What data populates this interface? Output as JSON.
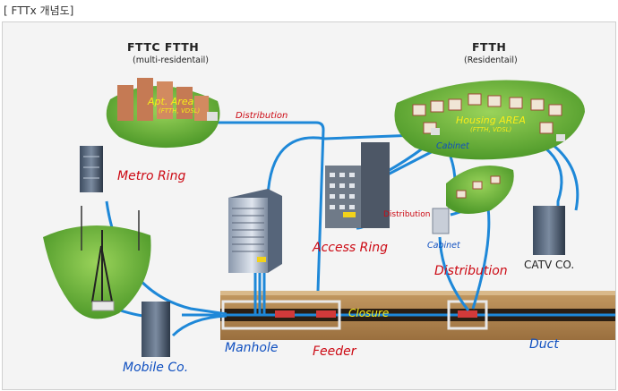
{
  "caption": "[ FTTx 개념도]",
  "left_heading": {
    "title": "FTTC FTTH",
    "subtitle": "(multi-residentail)"
  },
  "right_heading": {
    "title": "FTTH",
    "subtitle": "(Residentail)"
  },
  "labels": {
    "apt_area": "Apt. Area",
    "apt_area_sub": "(FTTH, VDSL)",
    "distribution_top": "Distribution",
    "metro_ring": "Metro Ring",
    "access_ring": "Access Ring",
    "housing_area": "Housing AREA",
    "housing_area_sub": "(FTTH, VDSL)",
    "cabinet_top": "Cabinet",
    "distribution_mid": "Distribution",
    "cabinet_bottom": "Cabinet",
    "distribution_big": "Distribution",
    "catv": "CATV CO.",
    "closure": "Closure",
    "manhole": "Manhole",
    "feeder": "Feeder",
    "duct": "Duct",
    "mobile": "Mobile Co."
  },
  "colors": {
    "fiber": "#1e88d8",
    "red_label": "#cc0a14",
    "blue_label": "#1050c0",
    "closure_label": "#f7ec1a",
    "grass": "#6fb83a"
  }
}
